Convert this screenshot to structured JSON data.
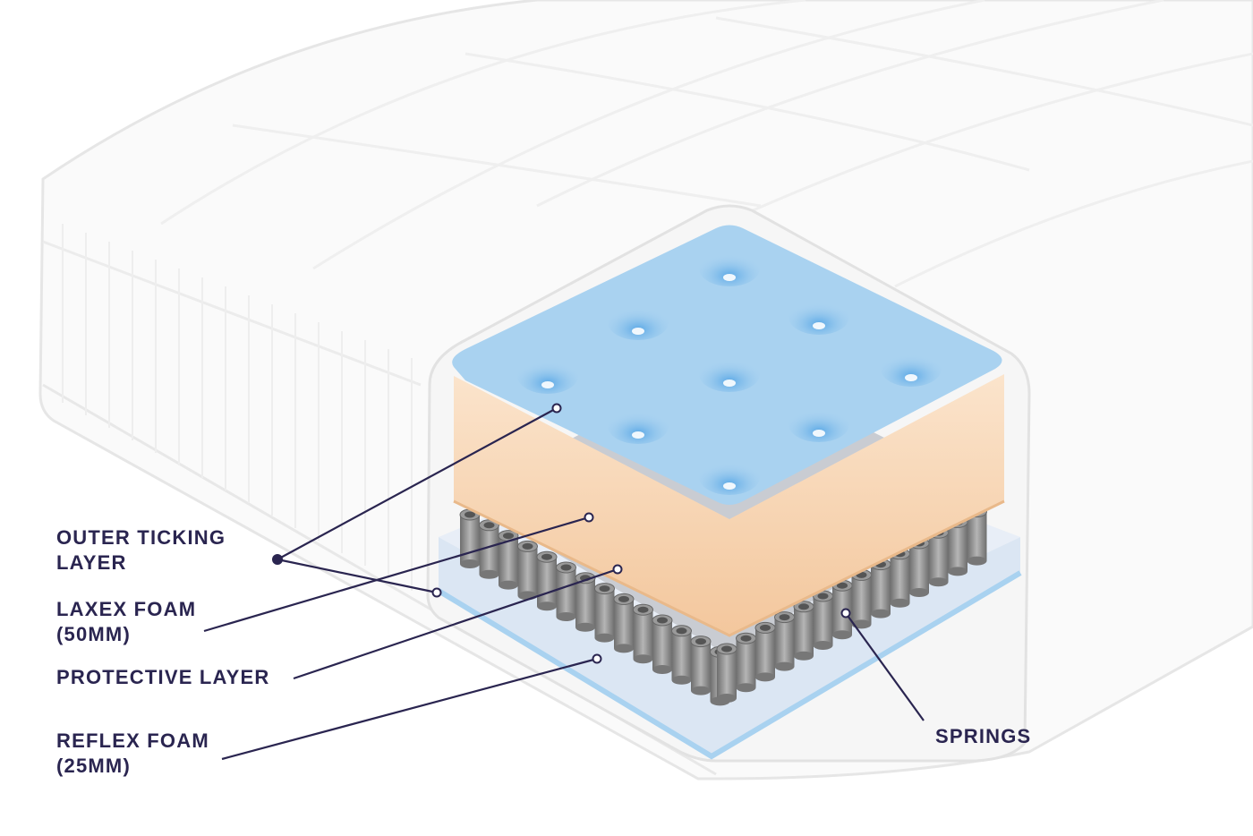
{
  "labels": {
    "outer_ticking_line1": "OUTER TICKING",
    "outer_ticking_line2": "LAYER",
    "laxex_line1": "LAXEX FOAM",
    "laxex_line2": "(50MM)",
    "protective": "PROTECTIVE LAYER",
    "reflex_line1": "REFLEX FOAM",
    "reflex_line2": "(25MM)",
    "springs": "SPRINGS"
  },
  "colors": {
    "label": "#2a2550",
    "top_layer": "#a9d2f0",
    "latex": "#f7d3b0",
    "springs": "#8a8a8a",
    "base": "#dbe6f3"
  }
}
